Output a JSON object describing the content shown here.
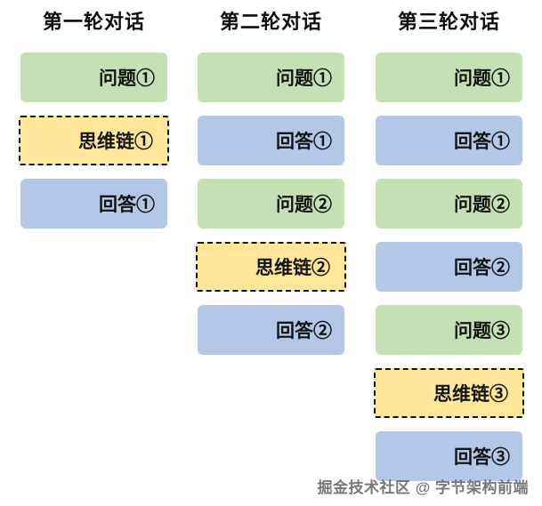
{
  "diagram": {
    "columns": [
      {
        "title": "第一轮对话",
        "boxes": [
          {
            "type": "question",
            "label": "问题①"
          },
          {
            "type": "cot",
            "label": "思维链①"
          },
          {
            "type": "answer",
            "label": "回答①"
          }
        ]
      },
      {
        "title": "第二轮对话",
        "boxes": [
          {
            "type": "question",
            "label": "问题①"
          },
          {
            "type": "answer",
            "label": "回答①"
          },
          {
            "type": "question",
            "label": "问题②"
          },
          {
            "type": "cot",
            "label": "思维链②"
          },
          {
            "type": "answer",
            "label": "回答②"
          }
        ]
      },
      {
        "title": "第三轮对话",
        "boxes": [
          {
            "type": "question",
            "label": "问题①"
          },
          {
            "type": "answer",
            "label": "回答①"
          },
          {
            "type": "question",
            "label": "问题②"
          },
          {
            "type": "answer",
            "label": "回答②"
          },
          {
            "type": "question",
            "label": "问题③"
          },
          {
            "type": "cot",
            "label": "思维链③"
          },
          {
            "type": "answer",
            "label": "回答③"
          }
        ]
      }
    ],
    "legend_semantics": {
      "question": "问题 (green box)",
      "cot": "思维链 (yellow dashed box)",
      "answer": "回答 (blue box)"
    },
    "colors": {
      "question_fill": "#c5e0b4",
      "cot_fill": "#ffe699",
      "cot_border": "#0d0d0d",
      "answer_fill": "#b4c7e7",
      "title_text": "#0c0c0c",
      "box_text": "#141414",
      "background": "#ffffff"
    },
    "watermark": "掘金技术社区 @ 字节架构前端"
  }
}
